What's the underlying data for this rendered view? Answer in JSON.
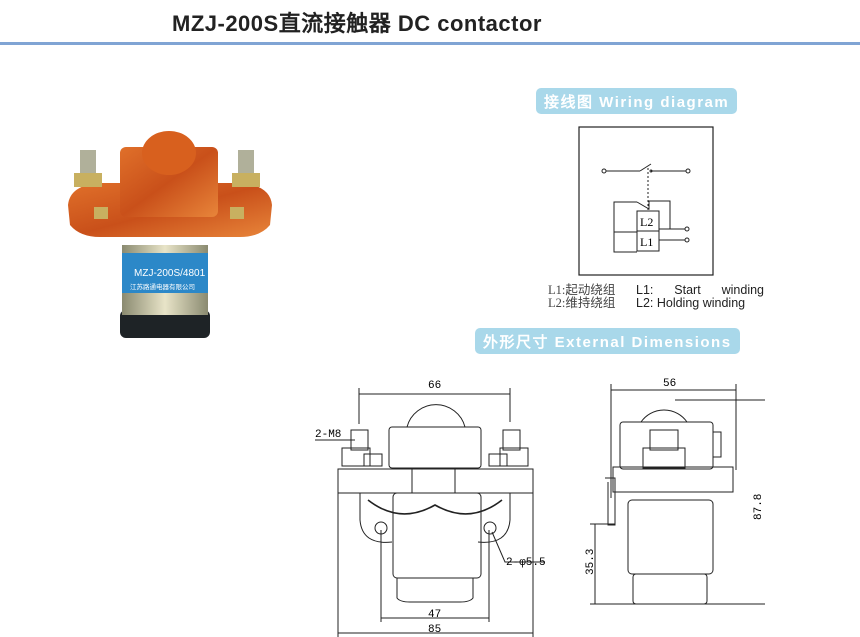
{
  "header": {
    "title": "MZJ-200S直流接触器 DC contactor"
  },
  "wiring": {
    "badge": "接线图 Wiring diagram",
    "coil_l2": "L2",
    "coil_l1": "L1",
    "legend": [
      {
        "cn": "L1:起动绕组",
        "en": "L1:  Start  winding"
      },
      {
        "cn": "L2:维持绕组",
        "en": "L2: Holding winding"
      }
    ]
  },
  "dimensions": {
    "badge": "外形尺寸 External Dimensions",
    "front": {
      "width_top": "66",
      "thread": "2-M8",
      "hole": "2-φ5.5",
      "hole_spacing": "47",
      "base_width": "85"
    },
    "side": {
      "width": "56",
      "height": "87.8",
      "lower_height": "35.3"
    }
  },
  "photo": {
    "label_model": "MZJ-200S/4801",
    "label_maker": "江苏路通电器有限公司"
  }
}
